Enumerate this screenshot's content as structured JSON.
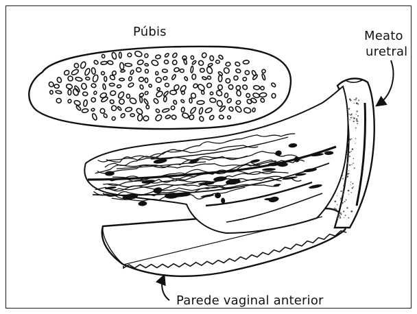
{
  "labels": {
    "pubis": "Púbis",
    "meato_line1": "Meato",
    "meato_line2": "uretral",
    "parede": "Parede vaginal anterior"
  },
  "colors": {
    "ink": "#111111",
    "paper": "#ffffff",
    "stipple": "#555555"
  },
  "icons": [
    "pubic-bone",
    "urethral-meatus",
    "anterior-vaginal-wall",
    "fibrous-tissue",
    "pointer-arrow"
  ]
}
